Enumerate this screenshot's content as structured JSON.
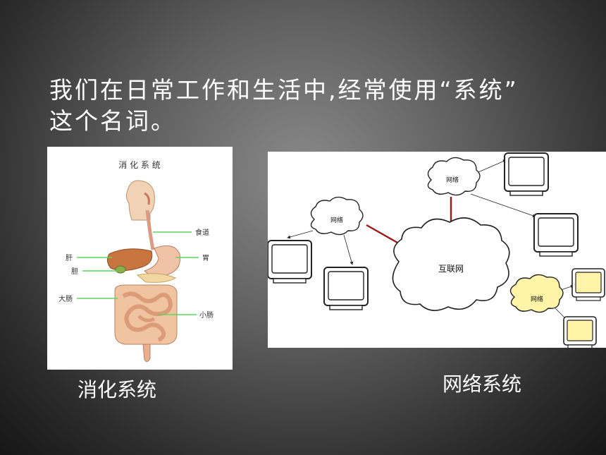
{
  "slide": {
    "title_line1": "我们在日常工作和生活中,经常使用“系统”",
    "title_line2": "这个名词。"
  },
  "digestive": {
    "heading": "消 化 系 统",
    "labels": {
      "esophagus": "食道",
      "stomach": "胃",
      "liver": "肝",
      "gallbladder": "胆",
      "large_intestine": "大肠",
      "small_intestine": "小肠"
    },
    "caption": "消化系统"
  },
  "network": {
    "cloud_label": "网络",
    "internet_label": "互联网",
    "caption": "网络系统"
  },
  "colors": {
    "label_line": "#5ad65a",
    "arrow": "#9a1818",
    "highlight_cloud": "#fff4a8"
  }
}
